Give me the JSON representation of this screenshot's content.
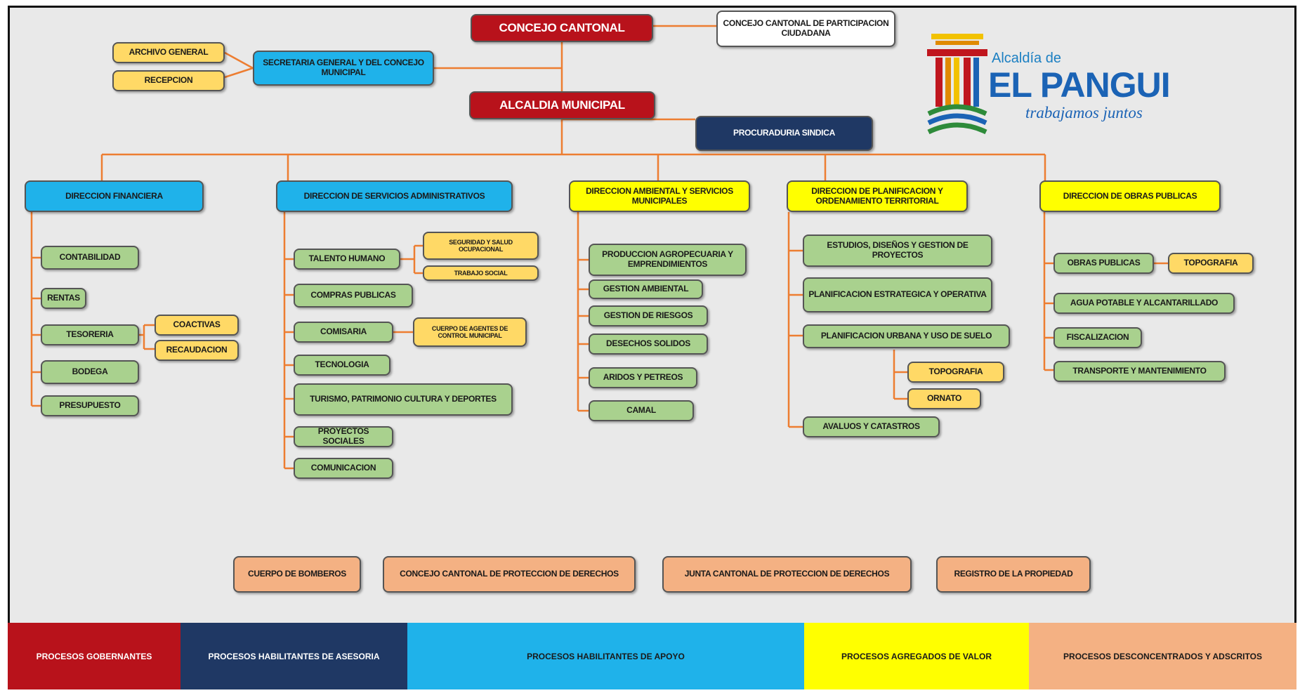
{
  "boxes": {
    "concejo_cantonal": "CONCEJO CANTONAL",
    "concejo_participacion": "CONCEJO CANTONAL DE PARTICIPACION CIUDADANA",
    "archivo_general": "ARCHIVO GENERAL",
    "recepcion": "RECEPCION",
    "secretaria_general": "SECRETARIA GENERAL Y DEL CONCEJO MUNICIPAL",
    "alcaldia_municipal": "ALCALDIA MUNICIPAL",
    "procuraduria_sindica": "PROCURADURIA SINDICA",
    "direccion_financiera": "DIRECCION FINANCIERA",
    "direccion_servicios_admin": "DIRECCION DE SERVICIOS ADMINISTRATIVOS",
    "direccion_ambiental": "DIRECCION AMBIENTAL Y SERVICIOS MUNICIPALES",
    "direccion_planificacion": "DIRECCION DE PLANIFICACION Y ORDENAMIENTO TERRITORIAL",
    "direccion_obras_publicas": "DIRECCION DE OBRAS PUBLICAS",
    "contabilidad": "CONTABILIDAD",
    "rentas": "RENTAS",
    "tesoreria": "TESORERIA",
    "coactivas": "COACTIVAS",
    "recaudacion": "RECAUDACION",
    "bodega": "BODEGA",
    "presupuesto": "PRESUPUESTO",
    "talento_humano": "TALENTO HUMANO",
    "seguridad_salud": "SEGURIDAD Y SALUD OCUPACIONAL",
    "trabajo_social": "TRABAJO SOCIAL",
    "compras_publicas": "COMPRAS PUBLICAS",
    "comisaria": "COMISARIA",
    "cuerpo_agentes": "CUERPO DE AGENTES DE CONTROL MUNICIPAL",
    "tecnologia": "TECNOLOGIA",
    "turismo": "TURISMO, PATRIMONIO CULTURA Y DEPORTES",
    "proyectos_sociales": "PROYECTOS SOCIALES",
    "comunicacion": "COMUNICACION",
    "produccion_agro": "PRODUCCION AGROPECUARIA Y EMPRENDIMIENTOS",
    "gestion_ambiental": "GESTION AMBIENTAL",
    "gestion_riesgos": "GESTION DE RIESGOS",
    "desechos_solidos": "DESECHOS SOLIDOS",
    "aridos_petreos": "ARIDOS Y PETREOS",
    "camal": "CAMAL",
    "estudios_disenos": "ESTUDIOS, DISEÑOS Y GESTION DE PROYECTOS",
    "planificacion_estrategica": "PLANIFICACION ESTRATEGICA Y OPERATIVA",
    "planificacion_urbana": "PLANIFICACION URBANA Y USO DE SUELO",
    "topografia_plan": "TOPOGRAFIA",
    "ornato": "ORNATO",
    "avaluos_catastros": "AVALUOS Y CATASTROS",
    "obras_publicas": "OBRAS PUBLICAS",
    "topografia_obras": "TOPOGRAFIA",
    "agua_potable": "AGUA POTABLE Y ALCANTARILLADO",
    "fiscalizacion": "FISCALIZACION",
    "transporte_mantenimiento": "TRANSPORTE Y MANTENIMIENTO",
    "cuerpo_bomberos": "CUERPO DE BOMBEROS",
    "concejo_proteccion": "CONCEJO CANTONAL DE PROTECCION DE DERECHOS",
    "junta_proteccion": "JUNTA CANTONAL DE PROTECCION DE DERECHOS",
    "registro_propiedad": "REGISTRO DE LA PROPIEDAD"
  },
  "legend": {
    "gobernantes": "PROCESOS GOBERNANTES",
    "asesoria": "PROCESOS HABILITANTES DE ASESORIA",
    "apoyo": "PROCESOS HABILITANTES DE APOYO",
    "valor": "PROCESOS AGREGADOS DE VALOR",
    "desconcentrados": "PROCESOS DESCONCENTRADOS Y ADSCRITOS"
  },
  "logo": {
    "prefix": "Alcaldía de",
    "name": "EL PANGUI",
    "tagline": "trabajamos juntos"
  },
  "colors": {
    "gobernantes": "#b8121b",
    "asesoria": "#1f3864",
    "apoyo": "#1fb2ea",
    "valor": "#ffff00",
    "desconcentrados": "#f4b183",
    "unit": "#a9d18e",
    "sub_unit": "#ffd966",
    "connector": "#ed7d31"
  }
}
